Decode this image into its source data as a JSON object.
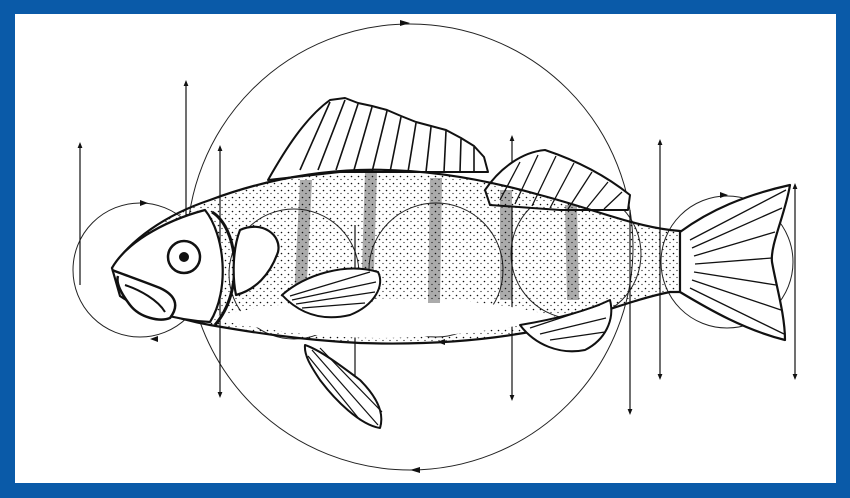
{
  "frame_color": "#0a5aa8",
  "panel_color": "#ffffff",
  "ink_color": "#111111",
  "diagram": {
    "subject": "fish-with-circle-construction",
    "circles": [
      "head-circle",
      "gill-circle",
      "mid-body-circle",
      "rear-body-circle",
      "tail-circle",
      "large-outer-circle"
    ],
    "arrows": [
      "arrow-1",
      "arrow-2",
      "arrow-3",
      "arrow-4",
      "arrow-5",
      "arrow-6",
      "arrow-7",
      "arrow-8"
    ]
  }
}
